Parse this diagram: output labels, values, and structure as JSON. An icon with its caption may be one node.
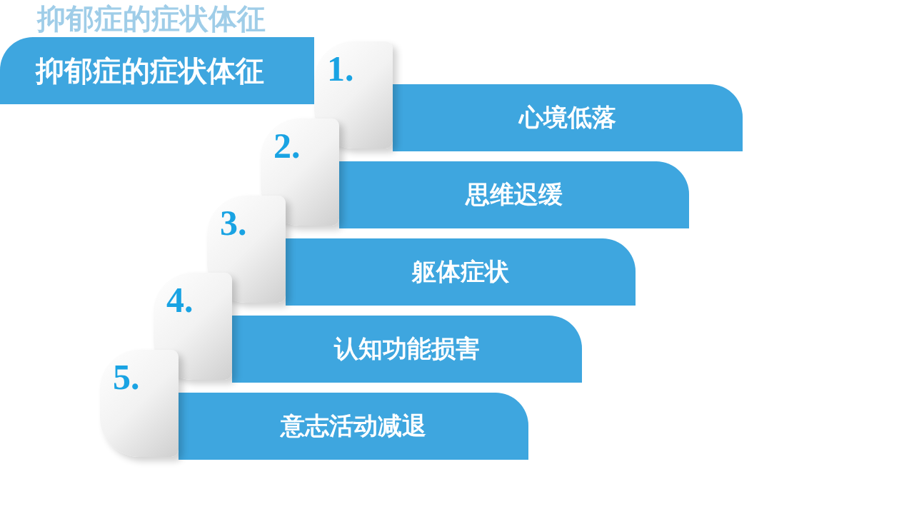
{
  "diagram": {
    "nodes": [
      {
        "text": [
          "抑郁症的症状体征"
        ],
        "beside": [
          "抑郁症的症状体征"
        ]
      },
      {
        "text": [
          "1."
        ]
      },
      {
        "text": [
          "心境低落"
        ]
      },
      {
        "text": [
          "2."
        ]
      },
      {
        "text": [
          "思维迟缓"
        ]
      },
      {
        "text": [
          "3."
        ]
      },
      {
        "text": [
          "躯体症状"
        ]
      },
      {
        "text": [
          "4."
        ]
      },
      {
        "text": [
          "认知功能损害"
        ]
      },
      {
        "text": [
          "5."
        ]
      },
      {
        "text": [
          "意志活动减退"
        ]
      }
    ],
    "edges": []
  }
}
